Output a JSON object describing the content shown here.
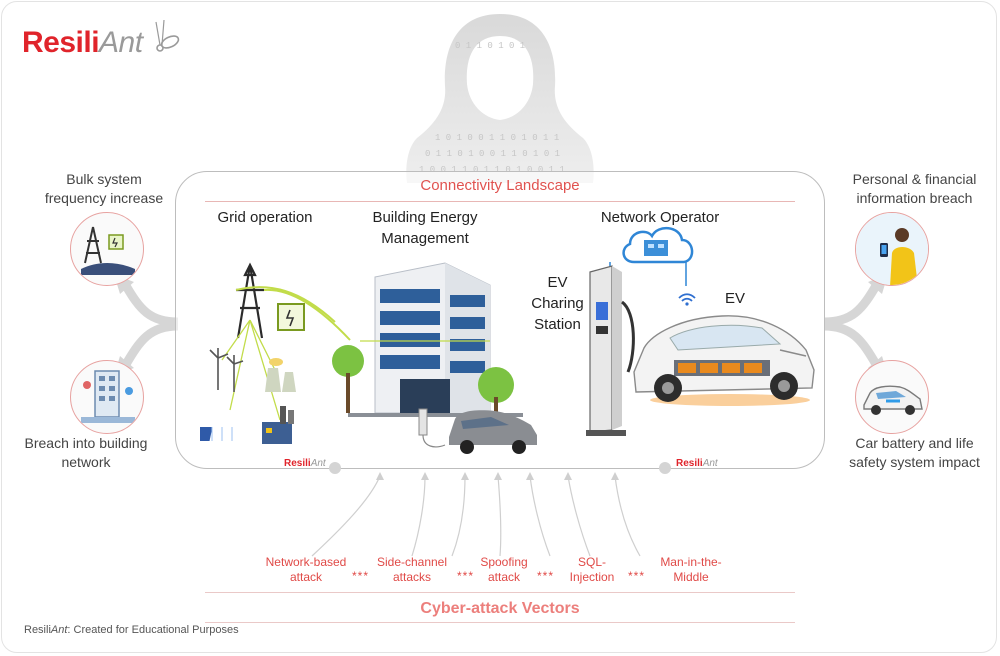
{
  "brand": {
    "name_a": "Resili",
    "name_b": "Ant"
  },
  "left": {
    "top_label_line1": "Bulk system",
    "top_label_line2": "frequency increase",
    "bottom_label_line1": "Breach into building",
    "bottom_label_line2": "network"
  },
  "right": {
    "top_label_line1": "Personal  & financial",
    "top_label_line2": "information breach",
    "bottom_label_line1": "Car battery and life",
    "bottom_label_line2": "safety system impact"
  },
  "landscape": {
    "title": "Connectivity Landscape",
    "grid": "Grid operation",
    "building_line1": "Building Energy",
    "building_line2": "Management",
    "network": "Network Operator",
    "ev_station_line1": "EV",
    "ev_station_line2": "Charing",
    "ev_station_line3": "Station",
    "ev": "EV"
  },
  "attacks": [
    {
      "line1": "Network-based",
      "line2": "attack"
    },
    {
      "line1": "Side-channel",
      "line2": "attacks"
    },
    {
      "line1": "Spoofing",
      "line2": "attack"
    },
    {
      "line1": "SQL-",
      "line2": "Injection"
    },
    {
      "line1": "Man-in-the-",
      "line2": "Middle"
    }
  ],
  "separator": "***",
  "vectors_title": "Cyber-attack Vectors",
  "footer": {
    "brand_a": "Resili",
    "brand_b": "Ant",
    "text": ": Created for Educational Purposes"
  },
  "colors": {
    "accent": "#e0242b",
    "soft_red": "#ec7f7c",
    "line_gray": "#bdbdbd"
  },
  "icons": [
    "hacker-icon",
    "cloud-icon",
    "wifi-icon",
    "power-tower-icon",
    "wind-turbine-icon",
    "power-plant-icon",
    "solar-panel-icon",
    "factory-icon",
    "office-building-icon",
    "tree-icon",
    "car-icon",
    "ev-charger-icon",
    "electric-suv-icon"
  ]
}
